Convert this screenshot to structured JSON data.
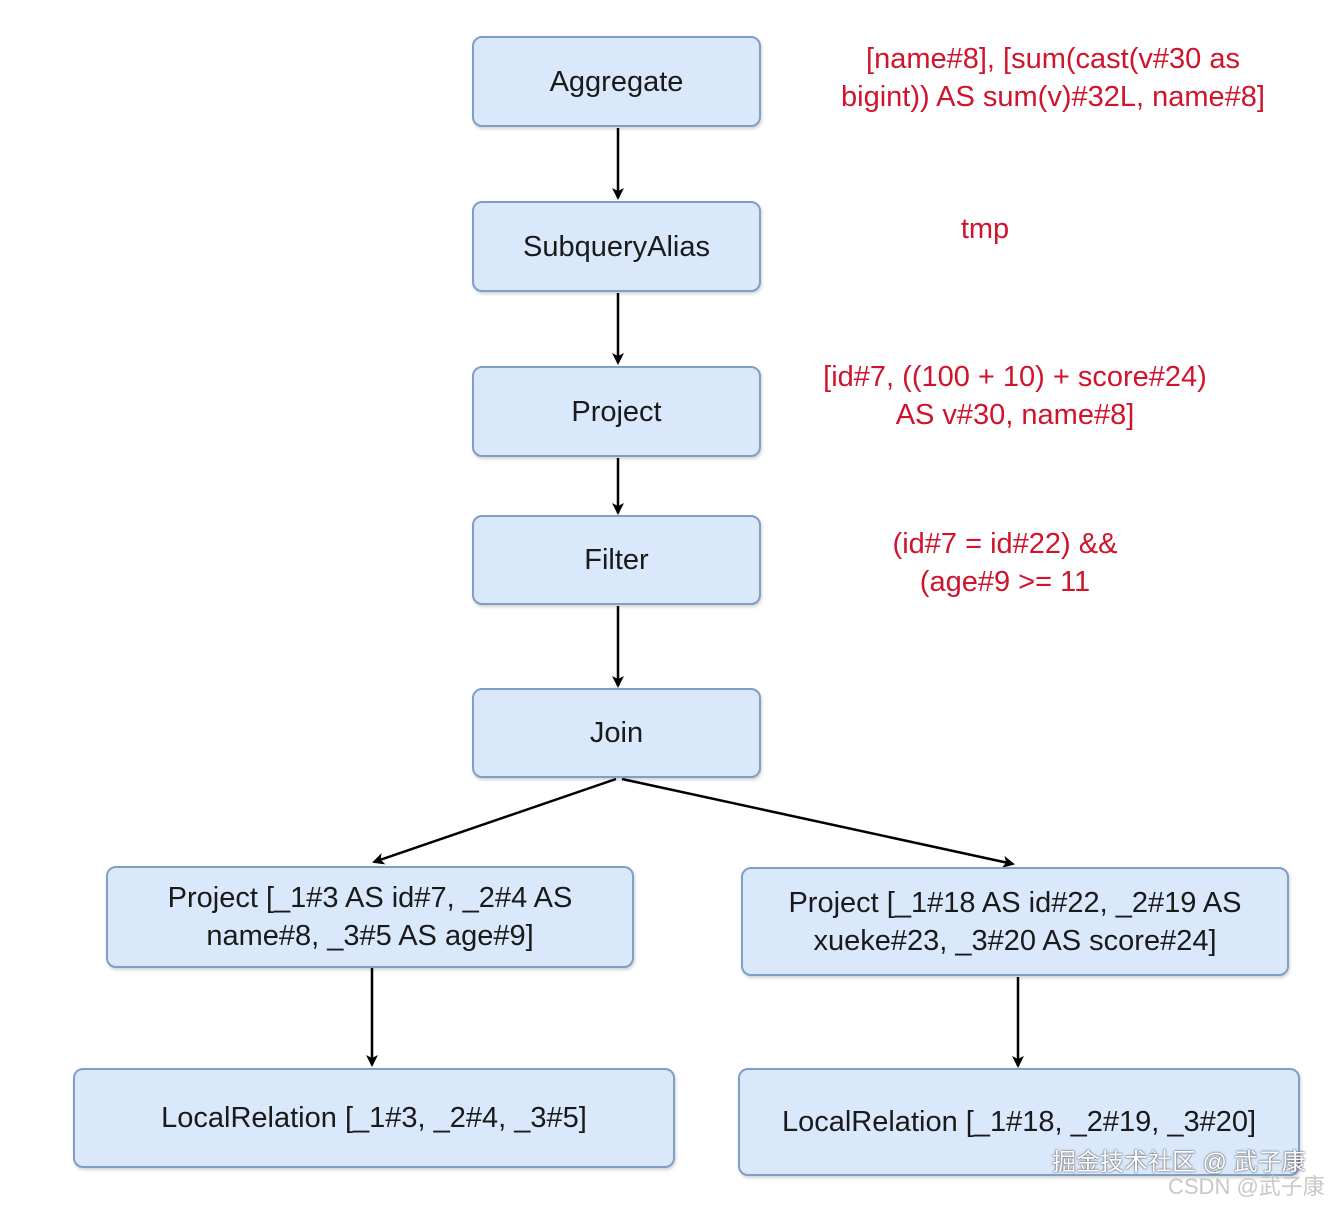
{
  "nodes": {
    "aggregate": "Aggregate",
    "subquery_alias": "SubqueryAlias",
    "project": "Project",
    "filter": "Filter",
    "join": "Join",
    "project_left": [
      "Project [_1#3 AS id#7, _2#4 AS",
      "name#8, _3#5 AS age#9]"
    ],
    "project_right": [
      "Project [_1#18 AS id#22, _2#19 AS",
      "xueke#23, _3#20 AS score#24]"
    ],
    "local_relation_left": "LocalRelation [_1#3, _2#4, _3#5]",
    "local_relation_right": "LocalRelation [_1#18, _2#19, _3#20]"
  },
  "annotations": {
    "aggregate": [
      "[name#8], [sum(cast(v#30 as",
      "bigint)) AS sum(v)#32L, name#8]"
    ],
    "subquery_alias": [
      "tmp"
    ],
    "project": [
      "[id#7, ((100 + 10) + score#24)",
      "AS v#30, name#8]"
    ],
    "filter": [
      "(id#7 = id#22) &&",
      "(age#9 >= 11"
    ]
  },
  "watermark": {
    "line1": "掘金技术社区 @ 武子康",
    "line2": "CSDN @武子康"
  },
  "colors": {
    "node_fill": "#dae8fc",
    "node_border": "#7f9fc4",
    "annotation_text": "#d0142c",
    "edge": "#000000"
  }
}
